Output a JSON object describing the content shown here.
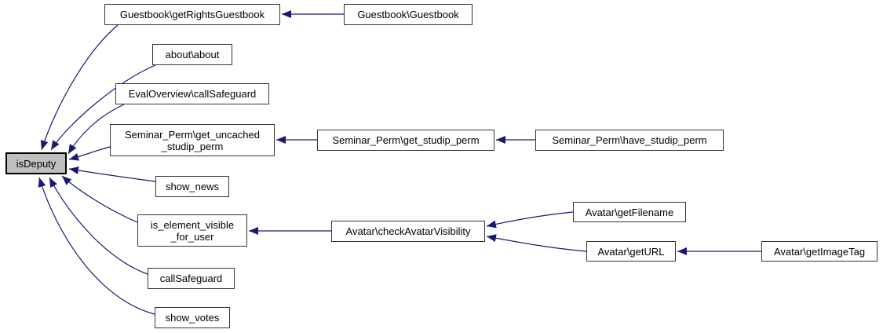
{
  "diagram": {
    "type": "call-graph",
    "focus_node": "isDeputy",
    "colors": {
      "edge": "#191970",
      "node_fill": "#ffffff",
      "node_border": "#353535",
      "focus_fill": "#bfbfbf",
      "focus_border": "#000000",
      "text": "#000000",
      "background": "#ffffff"
    },
    "nodes": [
      {
        "id": "is-deputy",
        "label": "isDeputy"
      },
      {
        "id": "get-rights-guestbook",
        "label": "Guestbook\\getRightsGuestbook"
      },
      {
        "id": "guestbook",
        "label": "Guestbook\\Guestbook"
      },
      {
        "id": "about",
        "label": "about\\about"
      },
      {
        "id": "eval-overview-call-safeguard",
        "label": "EvalOverview\\callSafeguard"
      },
      {
        "id": "get-uncached-studip-perm",
        "label": "Seminar_Perm\\get_uncached\n_studip_perm"
      },
      {
        "id": "get-studip-perm",
        "label": "Seminar_Perm\\get_studip_perm"
      },
      {
        "id": "have-studip-perm",
        "label": "Seminar_Perm\\have_studip_perm"
      },
      {
        "id": "show-news",
        "label": "show_news"
      },
      {
        "id": "is-element-visible-for-user",
        "label": "is_element_visible\n_for_user"
      },
      {
        "id": "check-avatar-visibility",
        "label": "Avatar\\checkAvatarVisibility"
      },
      {
        "id": "get-filename",
        "label": "Avatar\\getFilename"
      },
      {
        "id": "get-url",
        "label": "Avatar\\getURL"
      },
      {
        "id": "get-image-tag",
        "label": "Avatar\\getImageTag"
      },
      {
        "id": "call-safeguard",
        "label": "callSafeguard"
      },
      {
        "id": "show-votes",
        "label": "show_votes"
      }
    ],
    "edges": [
      {
        "from": "get-rights-guestbook",
        "to": "is-deputy"
      },
      {
        "from": "about",
        "to": "is-deputy"
      },
      {
        "from": "eval-overview-call-safeguard",
        "to": "is-deputy"
      },
      {
        "from": "get-uncached-studip-perm",
        "to": "is-deputy"
      },
      {
        "from": "show-news",
        "to": "is-deputy"
      },
      {
        "from": "is-element-visible-for-user",
        "to": "is-deputy"
      },
      {
        "from": "call-safeguard",
        "to": "is-deputy"
      },
      {
        "from": "show-votes",
        "to": "is-deputy"
      },
      {
        "from": "guestbook",
        "to": "get-rights-guestbook"
      },
      {
        "from": "get-studip-perm",
        "to": "get-uncached-studip-perm"
      },
      {
        "from": "have-studip-perm",
        "to": "get-studip-perm"
      },
      {
        "from": "check-avatar-visibility",
        "to": "is-element-visible-for-user"
      },
      {
        "from": "get-filename",
        "to": "check-avatar-visibility"
      },
      {
        "from": "get-url",
        "to": "check-avatar-visibility"
      },
      {
        "from": "get-image-tag",
        "to": "get-url"
      }
    ]
  }
}
